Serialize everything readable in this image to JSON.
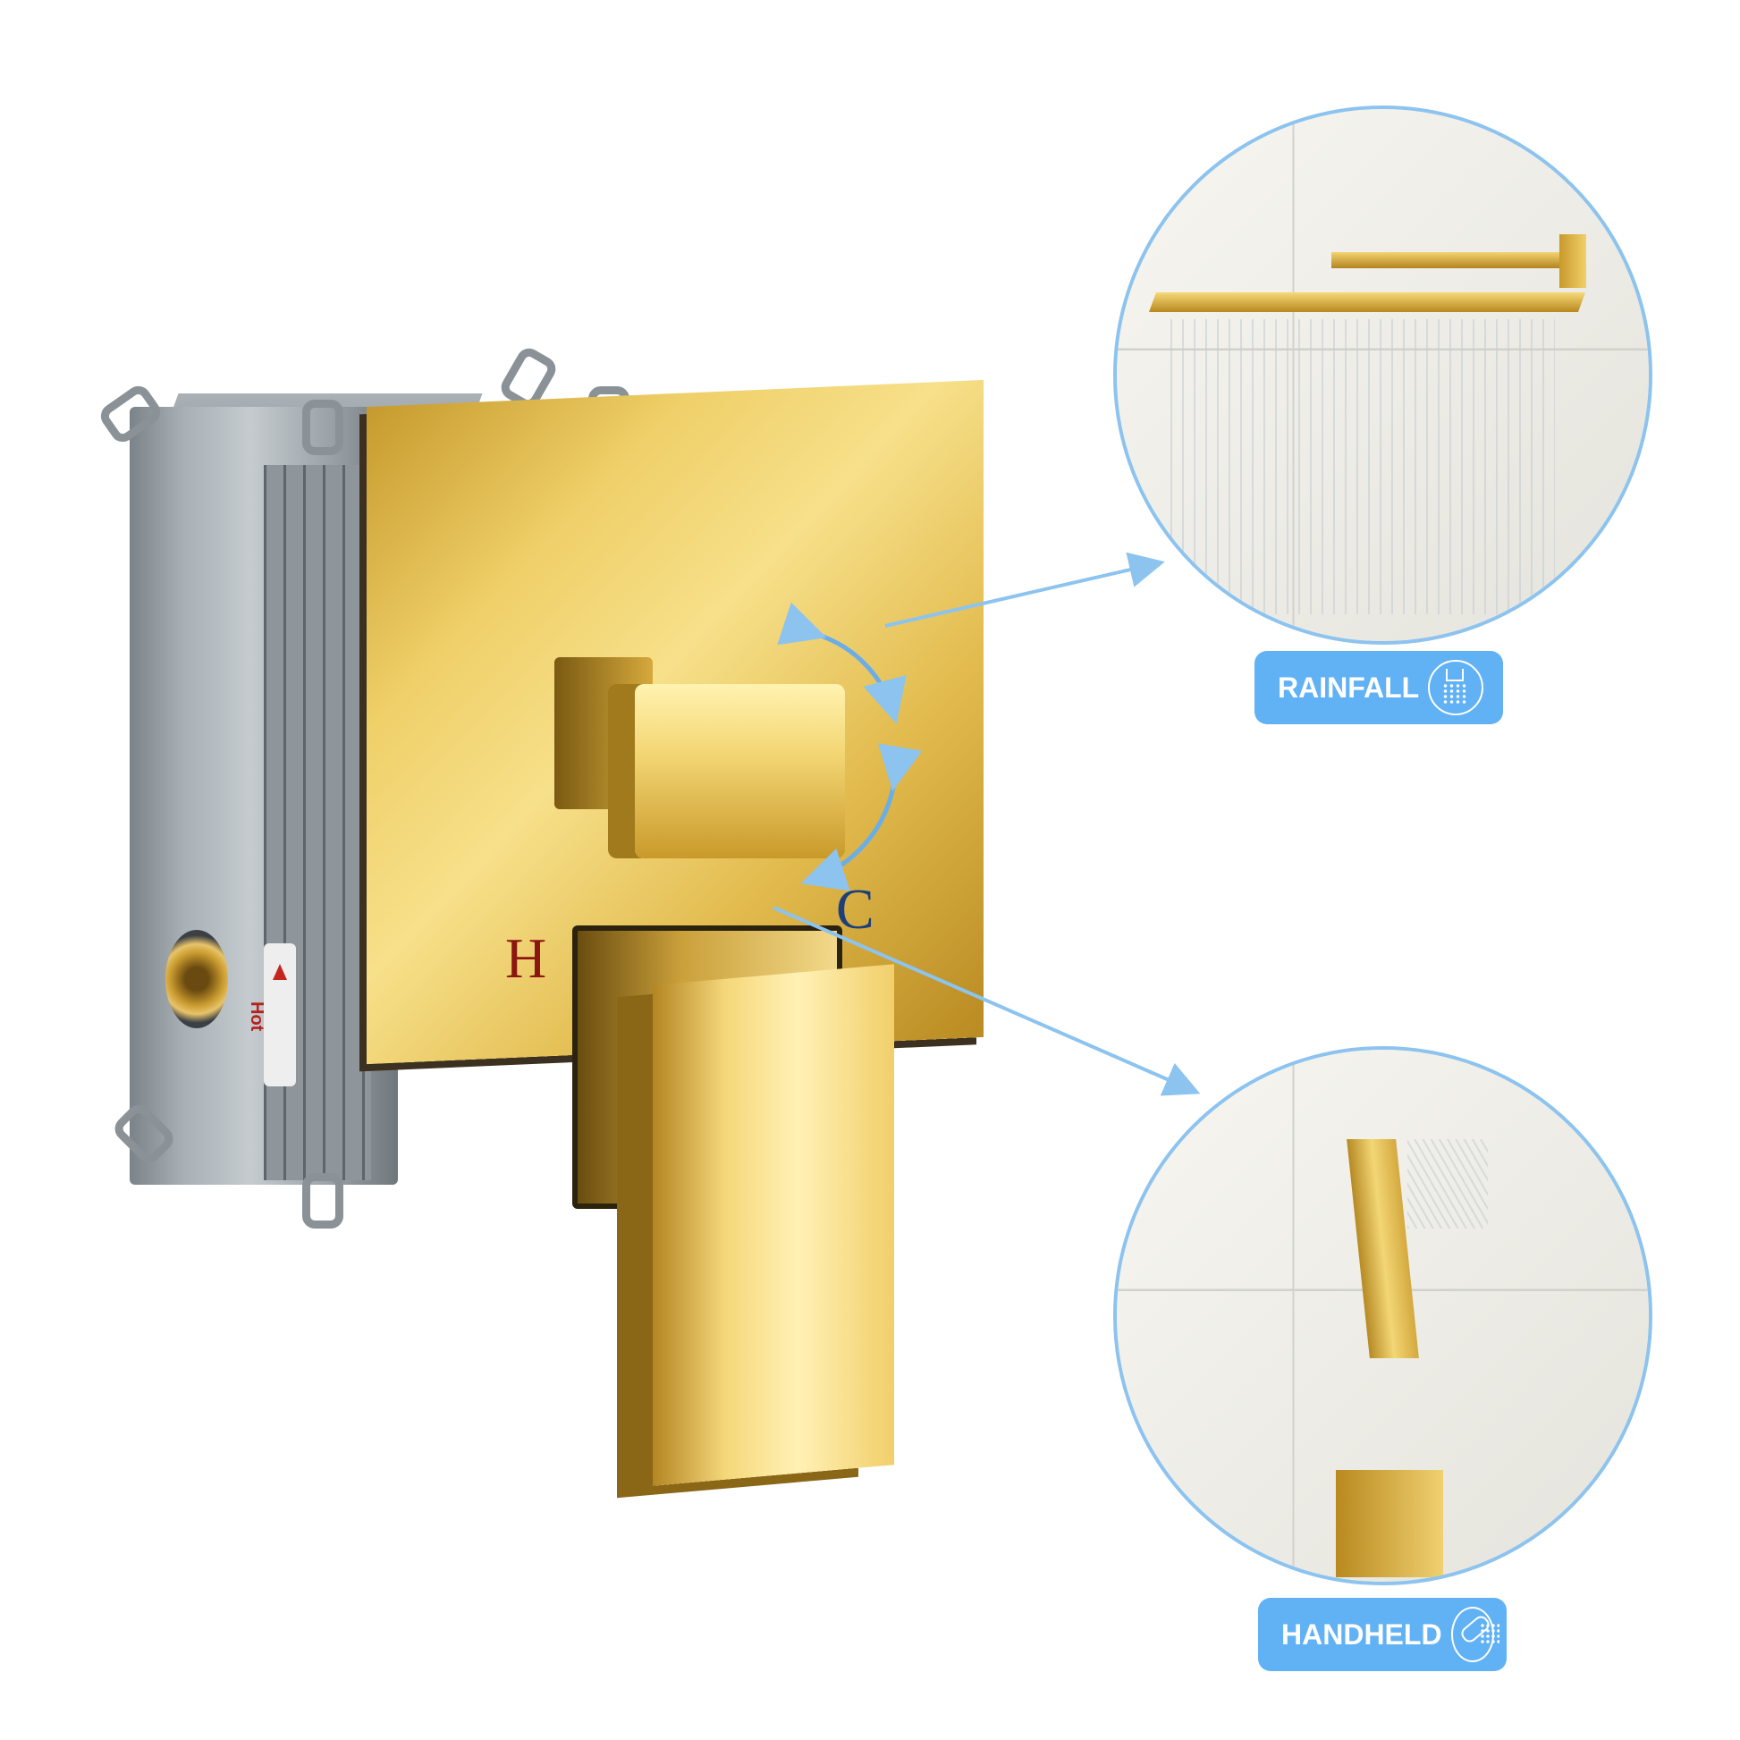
{
  "product": {
    "description": "Gold shower mixer valve with rough-in box and two outlet functions",
    "finish_color": "#e9c65c",
    "accent_color": "#61b1f5"
  },
  "valve": {
    "hot_marker": "H",
    "cold_marker": "C",
    "box_label": "Hot",
    "hot_color": "#8b1510",
    "cold_color": "#1e3f7a"
  },
  "functions": [
    {
      "label": "RAINFALL",
      "icon": "rain-shower-icon"
    },
    {
      "label": "HANDHELD",
      "icon": "handheld-shower-icon"
    }
  ]
}
